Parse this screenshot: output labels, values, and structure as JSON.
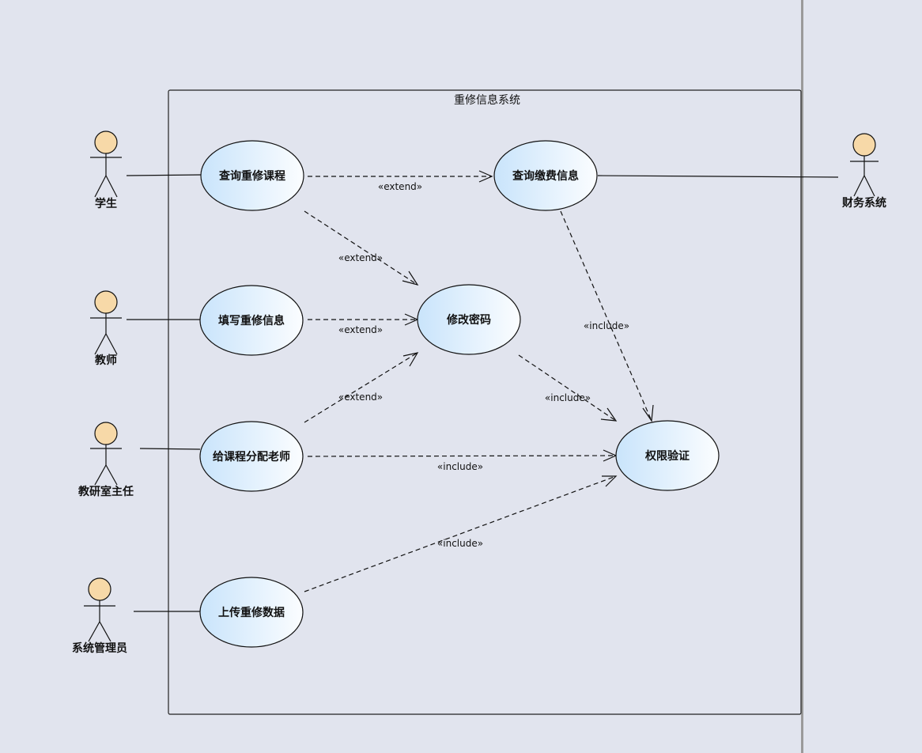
{
  "system": {
    "title": "重修信息系统"
  },
  "actors": {
    "student": "学生",
    "teacher": "教师",
    "director": "教研室主任",
    "admin": "系统管理员",
    "finance": "财务系统"
  },
  "usecases": {
    "query_course": "查询重修课程",
    "query_fee": "查询缴费信息",
    "fill_info": "填写重修信息",
    "change_pwd": "修改密码",
    "assign_teacher": "给课程分配老师",
    "auth": "权限验证",
    "upload": "上传重修数据"
  },
  "relations": {
    "query_course_extend_fee": "«extend»",
    "query_course_extend_pwd": "«extend»",
    "fill_extend_pwd": "«extend»",
    "assign_extend_pwd": "«extend»",
    "fee_include_auth": "«include»",
    "pwd_include_auth": "«include»",
    "assign_include_auth": "«include»",
    "upload_include_auth": "«include»"
  },
  "colors": {
    "background": "#e1e4ee",
    "actor_head": "#f7d9a8",
    "usecase_fill_start": "#c9e4fb",
    "usecase_fill_end": "#ffffff",
    "line": "#111111",
    "right_panel_border": "#9a9a9a"
  }
}
